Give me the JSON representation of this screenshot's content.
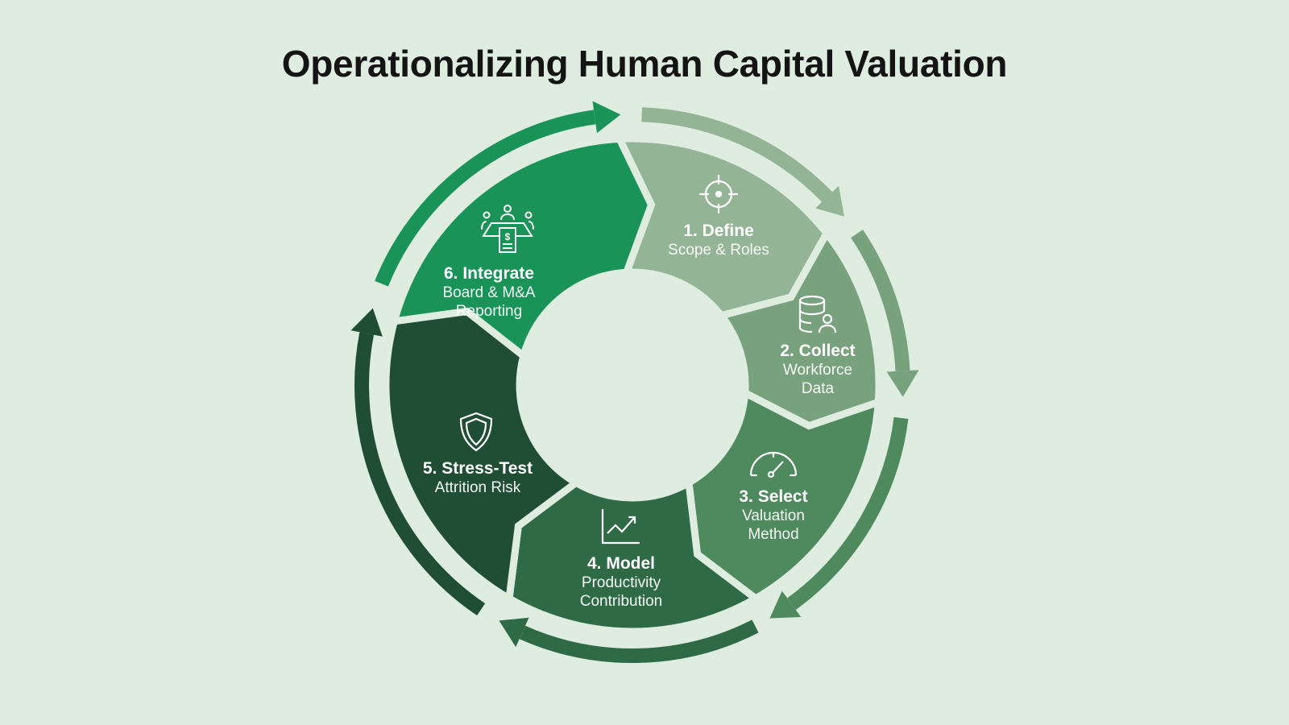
{
  "title": "Operationalizing Human Capital Valuation",
  "colors": {
    "background": "#deede0",
    "step1": "#93b495",
    "step2": "#78a27d",
    "step3": "#4e8a5d",
    "step4": "#2f6a46",
    "step5": "#1f4e34",
    "step6": "#1a9358"
  },
  "steps": [
    {
      "title": "1. Define",
      "subtitle": "Scope & Roles",
      "icon": "target-icon"
    },
    {
      "title": "2. Collect",
      "subtitle": "Workforce Data",
      "subtitle_lines": [
        "Workforce",
        "Data"
      ],
      "icon": "database-user-icon"
    },
    {
      "title": "3. Select",
      "subtitle": "Valuation Method",
      "subtitle_lines": [
        "Valuation",
        "Method"
      ],
      "icon": "gauge-icon"
    },
    {
      "title": "4. Model",
      "subtitle": "Productivity Contribution",
      "subtitle_lines": [
        "Productivity",
        "Contribution"
      ],
      "icon": "trend-chart-icon"
    },
    {
      "title": "5. Stress-Test",
      "subtitle": "Attrition Risk",
      "icon": "shield-icon"
    },
    {
      "title": "6. Integrate",
      "subtitle": "Board & M&A Reporting",
      "subtitle_lines": [
        "Board & M&A",
        "Reporting"
      ],
      "icon": "board-meeting-icon"
    }
  ]
}
